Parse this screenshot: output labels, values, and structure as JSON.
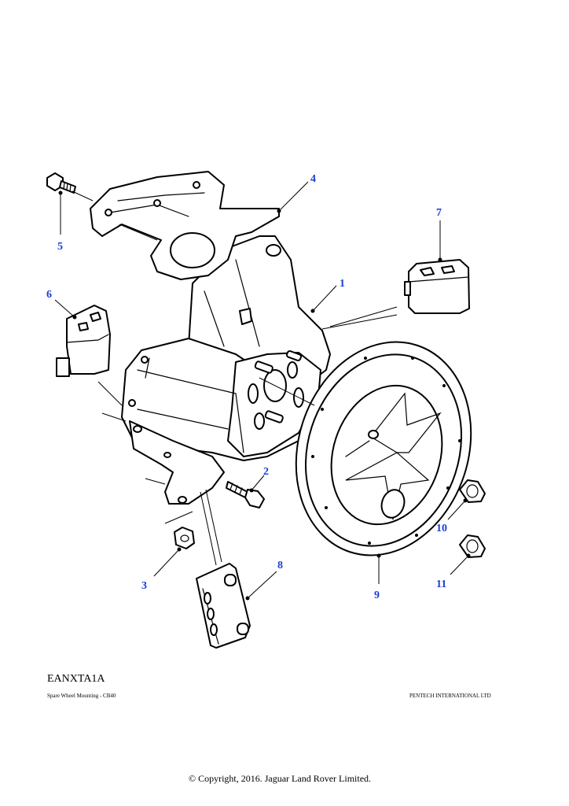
{
  "diagram": {
    "callouts": [
      "1",
      "2",
      "3",
      "4",
      "5",
      "6",
      "7",
      "8",
      "9",
      "10",
      "11"
    ]
  },
  "footer": {
    "drawing_code": "EANXTA1A",
    "title": "Spare Wheel Mounting - CB40",
    "publisher": "PENTECH INTERNATIONAL LTD",
    "copyright": "© Copyright, 2016. Jaguar Land Rover Limited."
  }
}
